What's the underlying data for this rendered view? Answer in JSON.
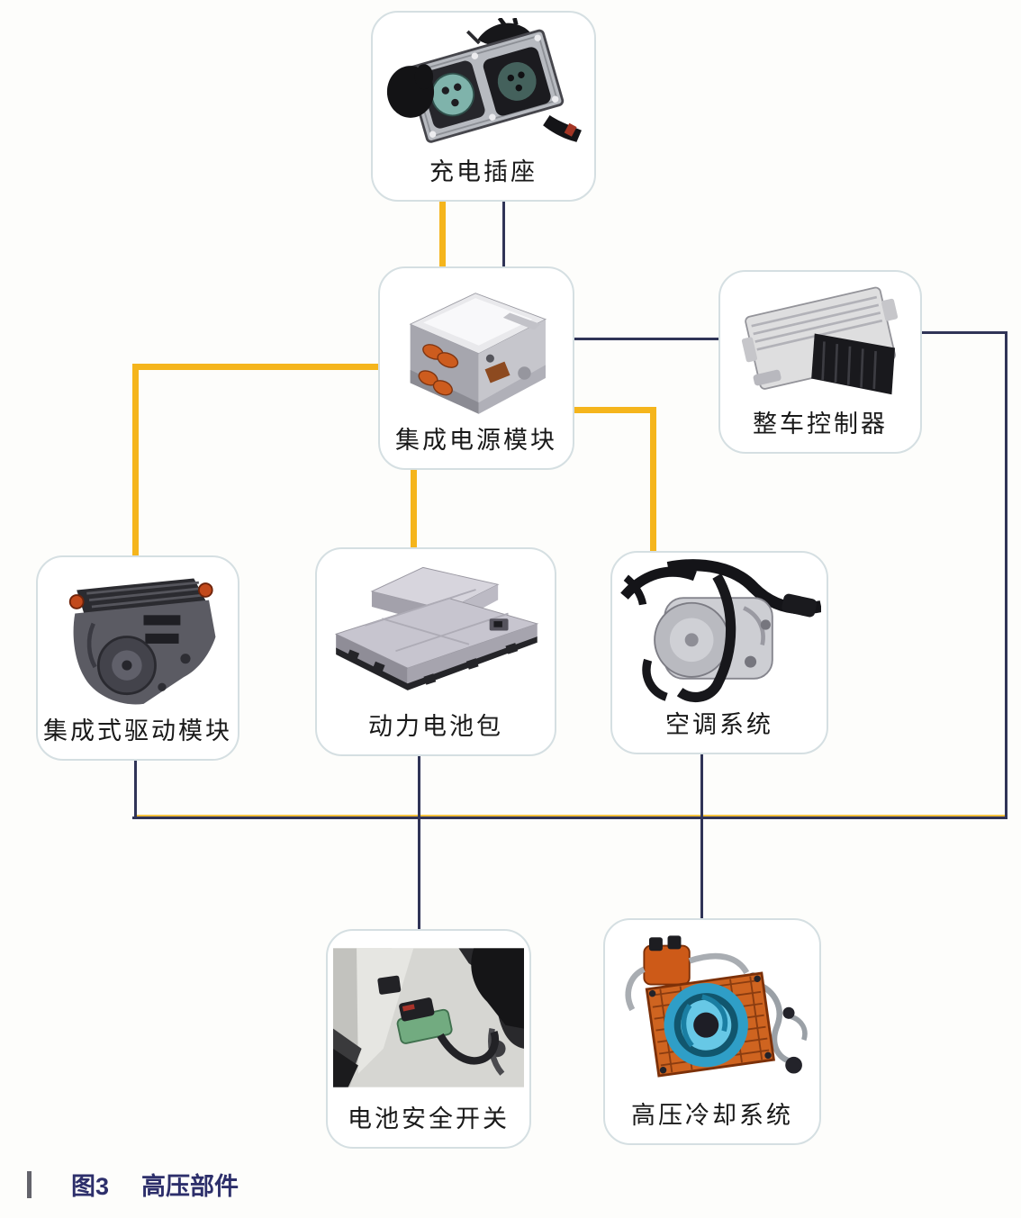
{
  "caption": {
    "figure_label": "图3",
    "title": "高压部件"
  },
  "colors": {
    "hv_cable_yellow": "#F5B51C",
    "signal_line_navy": "#303457",
    "caption_text": "#2D2F6B",
    "box_border": "#D5DFE2",
    "label_text": "#191919",
    "background": "#FDFDFB"
  },
  "nodes": [
    {
      "id": "charging-socket",
      "label": "充电插座"
    },
    {
      "id": "integrated-power-module",
      "label": "集成电源模块"
    },
    {
      "id": "vehicle-controller",
      "label": "整车控制器"
    },
    {
      "id": "integrated-drive-module",
      "label": "集成式驱动模块"
    },
    {
      "id": "power-battery-pack",
      "label": "动力电池包"
    },
    {
      "id": "ac-system",
      "label": "空调系统"
    },
    {
      "id": "battery-safety-switch",
      "label": "电池安全开关"
    },
    {
      "id": "hv-cooling-system",
      "label": "高压冷却系统"
    }
  ]
}
